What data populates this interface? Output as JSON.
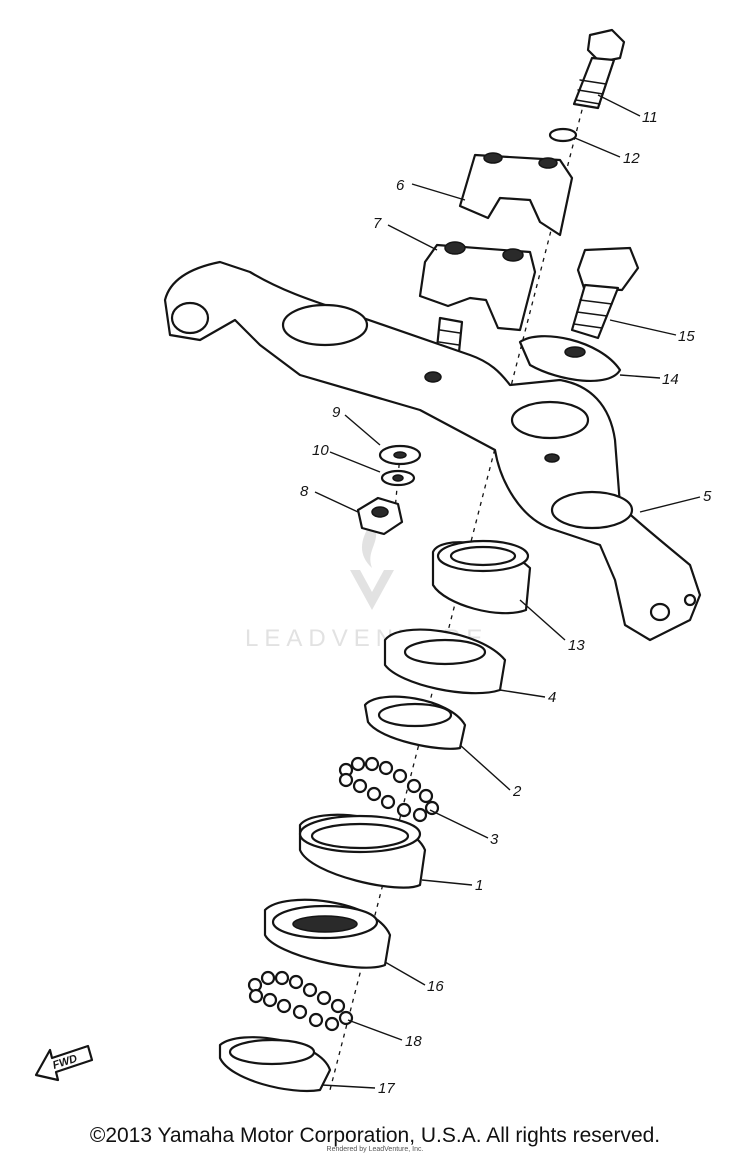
{
  "diagram": {
    "callouts": [
      "1",
      "2",
      "3",
      "4",
      "5",
      "6",
      "7",
      "8",
      "9",
      "10",
      "11",
      "12",
      "13",
      "14",
      "15",
      "16",
      "17",
      "18"
    ],
    "fwd_label": "FWD",
    "watermark": "LEADVENTURE"
  },
  "footer": {
    "copyright": "©2013 Yamaha Motor Corporation, U.S.A. All rights reserved.",
    "credit": "Rendered by LeadVenture, Inc."
  }
}
